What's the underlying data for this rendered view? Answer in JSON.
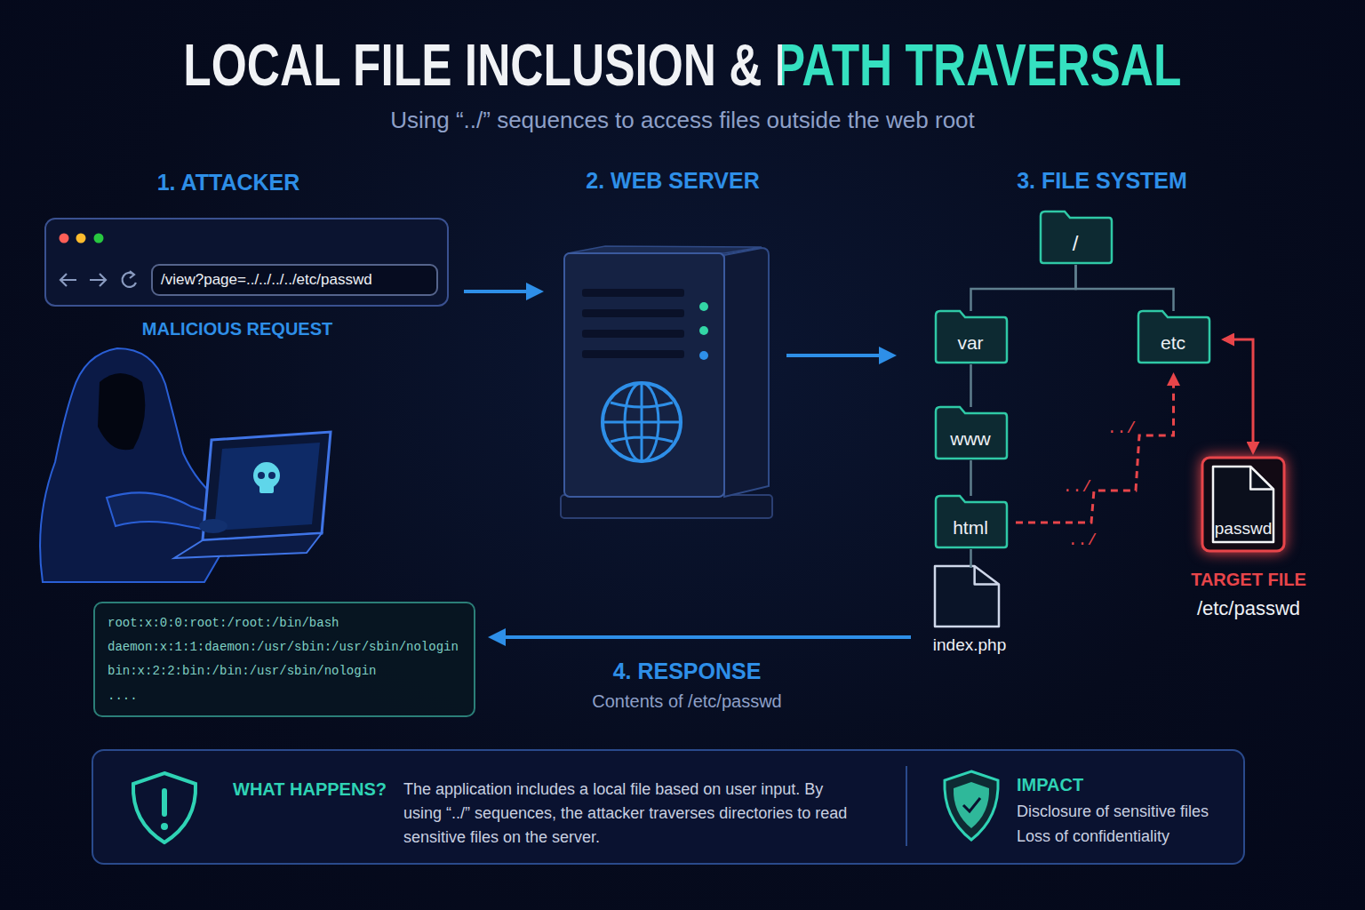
{
  "diagram": {
    "title": "LOCAL FILE INCLUSION & PATH TRAVERSAL",
    "caption": "Using “../” sequences to access files outside the web root",
    "nodes": [
      {
        "text": [
          "1. ATTACKER",
          "MALICIOUS REQUEST"
        ]
      },
      {
        "text": [
          "/view?page=../../../../etc/passwd"
        ],
        "in": 0
      },
      {
        "text": [
          "2. WEB SERVER"
        ]
      },
      {
        "text": [
          "/"
        ]
      },
      {
        "text": [
          "var"
        ]
      },
      {
        "text": [
          "etc"
        ]
      },
      {
        "text": [
          "www"
        ]
      },
      {
        "text": [
          "html"
        ]
      },
      {
        "text": [
          "index.php"
        ]
      },
      {
        "text": [
          "passwd",
          "TARGET FILE",
          "/etc/passwd"
        ]
      },
      {
        "text": [
          "root:x:0:0:root:/root:/bin/bash",
          "daemon:x:1:1:daemon:/usr/sbin:/usr/sbin/nologin",
          "bin:x:2:2:bin:/bin:/usr/sbin/nologin",
          "...."
        ]
      },
      {
        "text": [
          "WHAT HAPPENS?",
          "The application includes a local file based on user input. By using “../” sequences, the attacker traverses directories to read sensitive files on the server.",
          "IMPACT",
          "Disclosure of sensitive files",
          "Loss of confidentiality"
        ]
      }
    ],
    "edges": [
      {
        "from": 0,
        "to": 2,
        "arrow": "to"
      },
      {
        "from": 2,
        "to": 4,
        "arrow": "to"
      },
      {
        "from": 3,
        "to": 4,
        "arrow": "none"
      },
      {
        "from": 3,
        "to": 5,
        "arrow": "none"
      },
      {
        "from": 4,
        "to": 6,
        "arrow": "none"
      },
      {
        "from": 6,
        "to": 7,
        "arrow": "none"
      },
      {
        "from": 7,
        "to": 8,
        "arrow": "none"
      },
      {
        "from": 7,
        "to": 5,
        "label": "../",
        "arrow": "to"
      },
      {
        "from": 5,
        "to": 9,
        "arrow": "both"
      },
      {
        "from": 8,
        "to": 10,
        "arrow": "to"
      }
    ],
    "labels": [
      "3. FILE SYSTEM",
      "../",
      "../",
      "4. RESPONSE",
      "Contents of /etc/passwd"
    ]
  }
}
